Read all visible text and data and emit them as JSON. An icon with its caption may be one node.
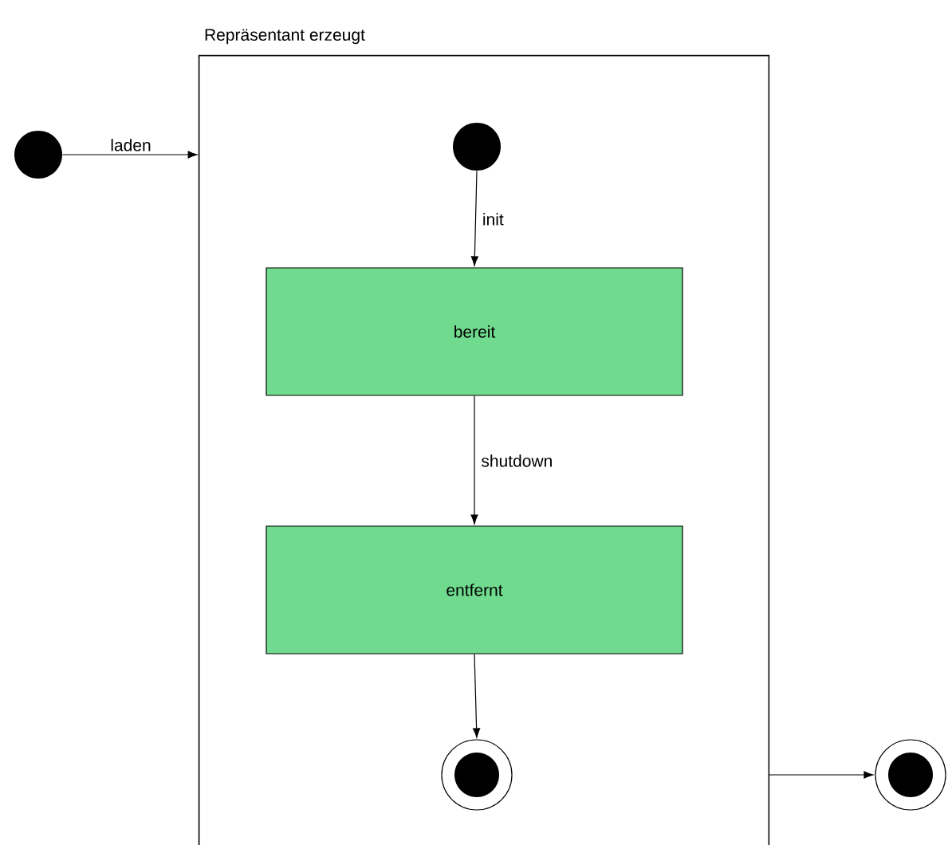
{
  "diagram": {
    "nodes": [
      {
        "text": [
          "Repräsentant erzeugt"
        ]
      },
      {
        "text": [],
        "shape": "circle"
      },
      {
        "text": [],
        "shape": "circle",
        "in": 0
      },
      {
        "text": [
          "bereit"
        ],
        "in": 0
      },
      {
        "text": [
          "entfernt"
        ],
        "in": 0
      },
      {
        "text": [],
        "shape": "bullseye",
        "in": 0
      },
      {
        "text": [],
        "shape": "bullseye"
      }
    ],
    "edges": [
      {
        "from": 1,
        "to": 0,
        "arrow": "to",
        "label": "laden"
      },
      {
        "from": 2,
        "to": 3,
        "arrow": "to",
        "label": "init"
      },
      {
        "from": 3,
        "to": 4,
        "arrow": "to",
        "label": "shutdown"
      },
      {
        "from": 4,
        "to": 5,
        "arrow": "to"
      },
      {
        "from": 0,
        "to": 6,
        "arrow": "to"
      }
    ]
  }
}
